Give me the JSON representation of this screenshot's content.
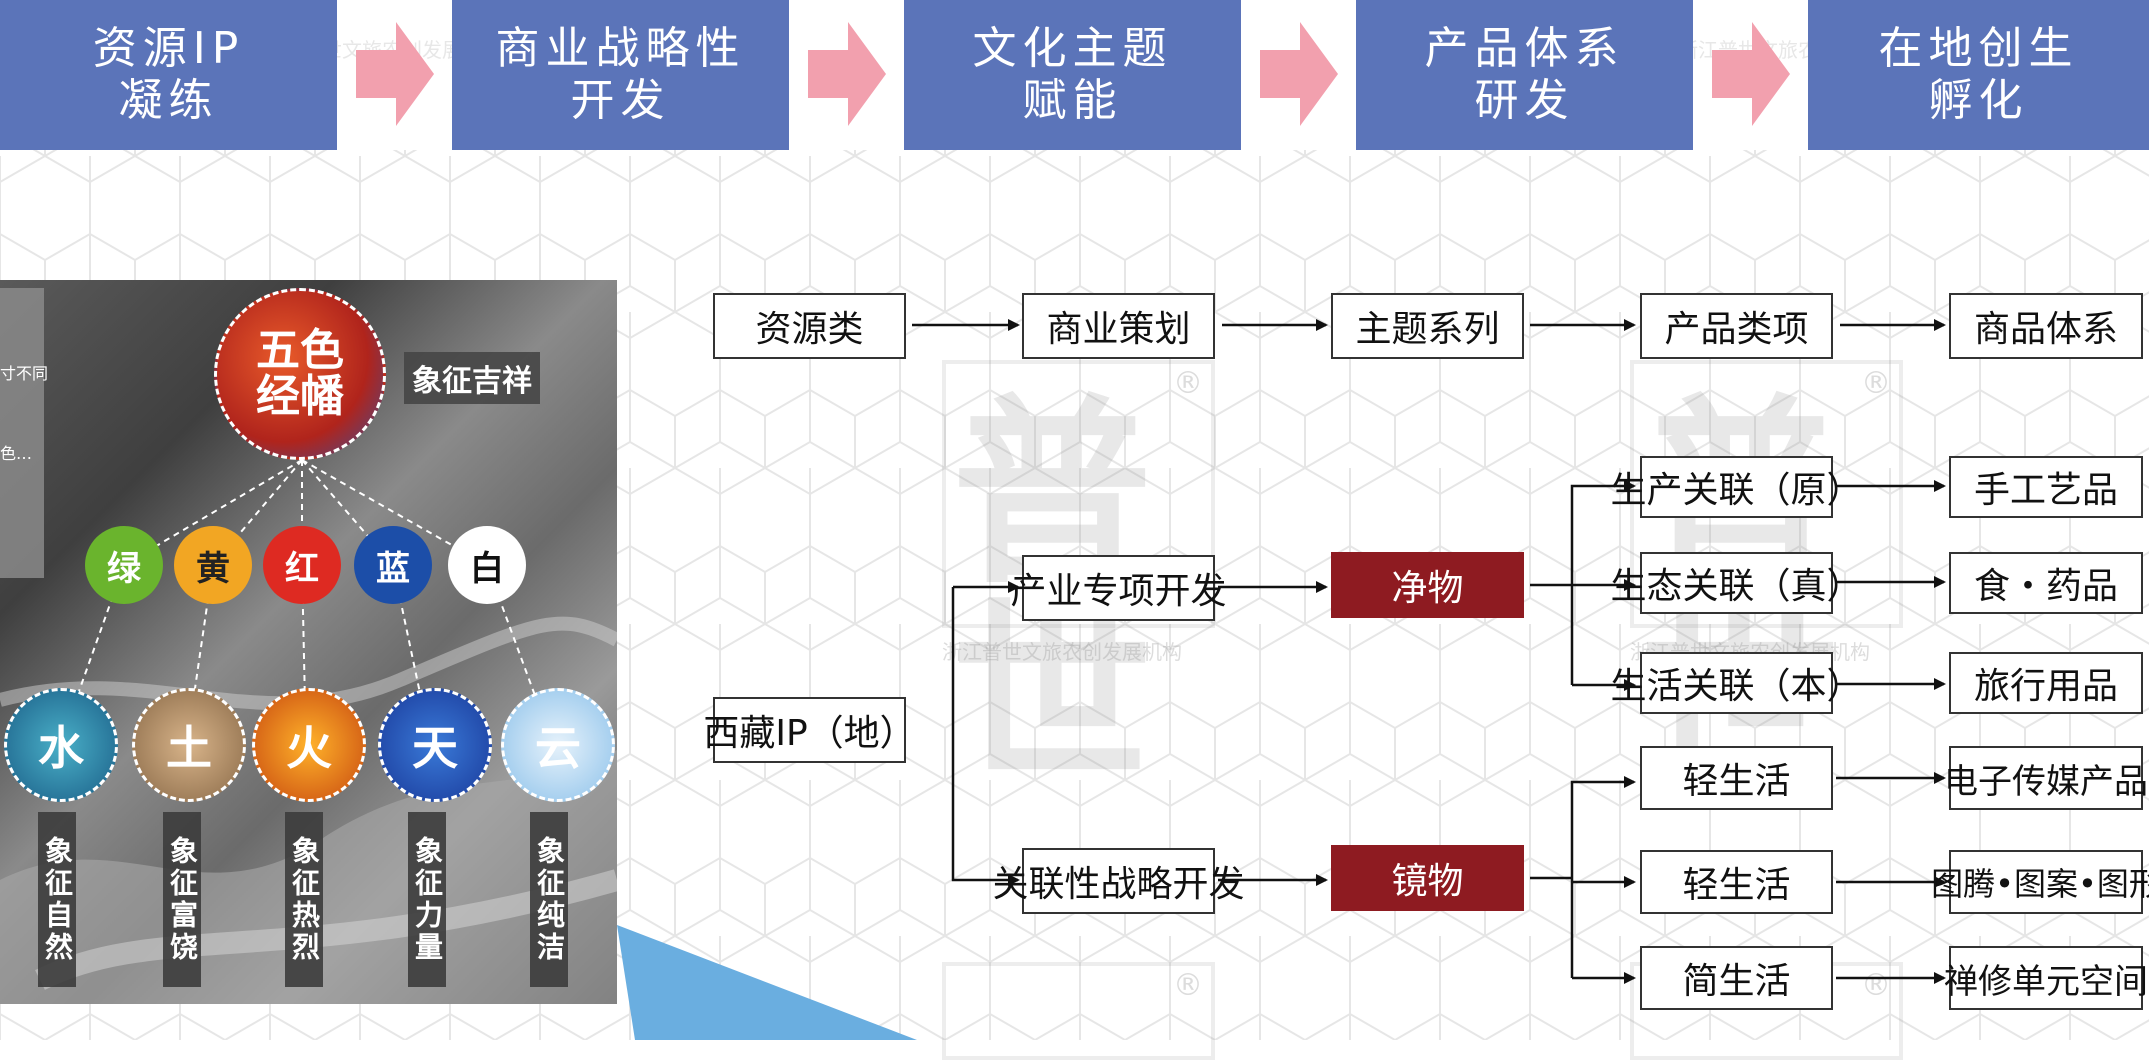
{
  "steps": [
    {
      "line1": "资源IP",
      "line2": "凝练"
    },
    {
      "line1": "商业战略性",
      "line2": "开发"
    },
    {
      "line1": "文化主题",
      "line2": "赋能"
    },
    {
      "line1": "产品体系",
      "line2": "研发"
    },
    {
      "line1": "在地创生",
      "line2": "孵化"
    }
  ],
  "watermark": {
    "org": "浙江普世文旅农创发展机构",
    "mark": "普世",
    "reg": "®"
  },
  "photo": {
    "side_text": [
      "寸不同",
      "色…"
    ],
    "top_circle": {
      "text": "五色经幡",
      "label": "象征吉祥"
    },
    "colors": [
      {
        "text": "绿",
        "color": "#6ab42d"
      },
      {
        "text": "黄",
        "color": "#f2a623"
      },
      {
        "text": "红",
        "color": "#de2a22"
      },
      {
        "text": "蓝",
        "color": "#1c4ea8"
      },
      {
        "text": "白",
        "color": "#ffffff"
      }
    ],
    "elements": [
      {
        "text": "水",
        "meaning": "象征自然"
      },
      {
        "text": "土",
        "meaning": "象征富饶"
      },
      {
        "text": "火",
        "meaning": "象征热烈"
      },
      {
        "text": "天",
        "meaning": "象征力量"
      },
      {
        "text": "云",
        "meaning": "象征纯洁"
      }
    ]
  },
  "flow": {
    "headers": [
      "资源类",
      "商业策划",
      "主题系列",
      "产品类项",
      "商品体系"
    ],
    "source": "西藏IP（地）",
    "dev1": "产业专项开发",
    "dev2": "关联性战略开发",
    "theme1": "净物",
    "theme2": "镜物",
    "cats1": [
      "生产关联（原）",
      "生态关联（真）",
      "生活关联（本）"
    ],
    "cats2": [
      "轻生活",
      "轻生活",
      "简生活"
    ],
    "goods1": [
      "手工艺品",
      "食・药品",
      "旅行用品"
    ],
    "goods2": [
      "电子传媒产品",
      "图腾•图案•图形",
      "禅修单元空间"
    ]
  },
  "colors": {
    "step_bg": "#5b74b9",
    "arrow": "#f2a0ae",
    "theme_red": "#8e1b21",
    "accent_blue": "#6aaee0"
  }
}
